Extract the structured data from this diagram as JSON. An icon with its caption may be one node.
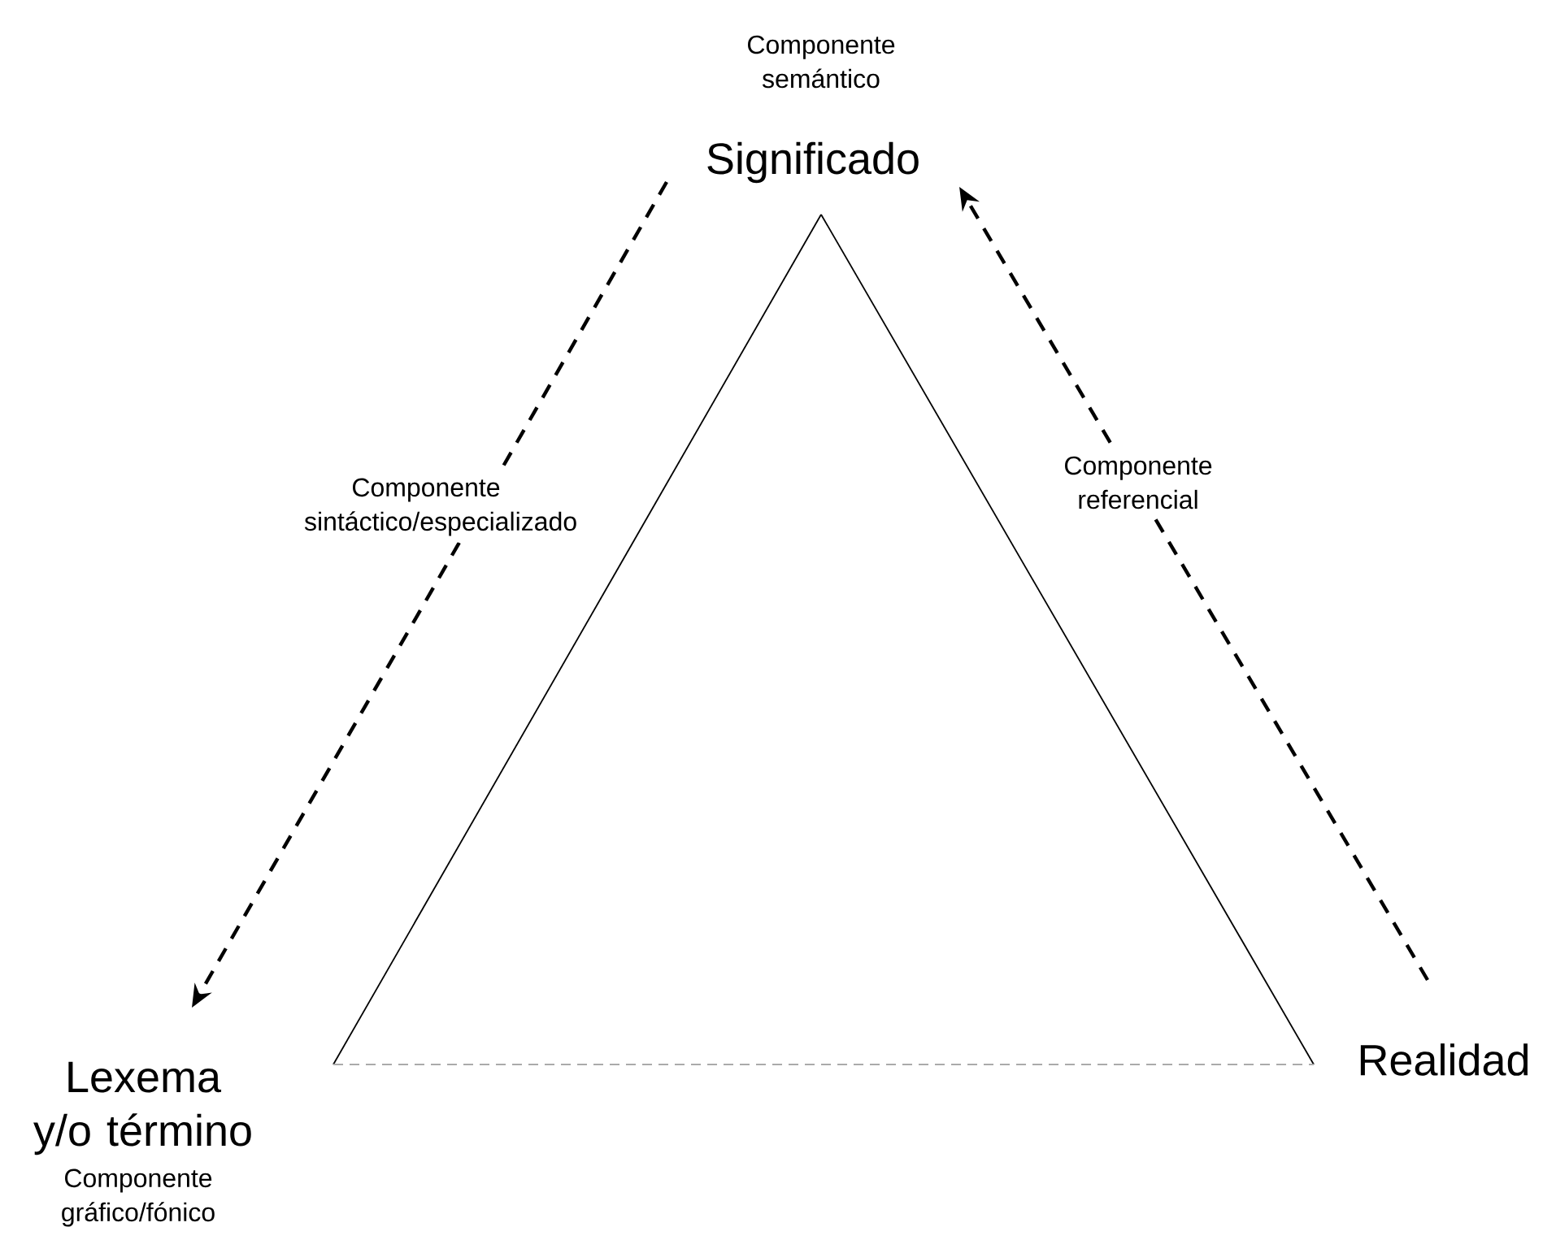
{
  "diagram": {
    "nodes": [
      {
        "text": [
          "Significado"
        ],
        "beside": [
          "Componente semántico"
        ]
      },
      {
        "text": [
          "Lexema y/o término"
        ],
        "beside": [
          "Componente gráfico/fónico"
        ]
      },
      {
        "text": [
          "Realidad"
        ]
      }
    ],
    "edges": [
      {
        "from": 0,
        "to": 1,
        "arrow": "none"
      },
      {
        "from": 0,
        "to": 2,
        "arrow": "none"
      },
      {
        "from": 1,
        "to": 2,
        "arrow": "none",
        "style": "dashed",
        "color": "#aaaaaa"
      },
      {
        "from": 0,
        "to": 1,
        "arrow": "to",
        "style": "dashed",
        "label": "Componente sintáctico/especializado"
      },
      {
        "from": 2,
        "to": 0,
        "arrow": "to",
        "style": "dashed",
        "label": "Componente referencial"
      }
    ]
  }
}
